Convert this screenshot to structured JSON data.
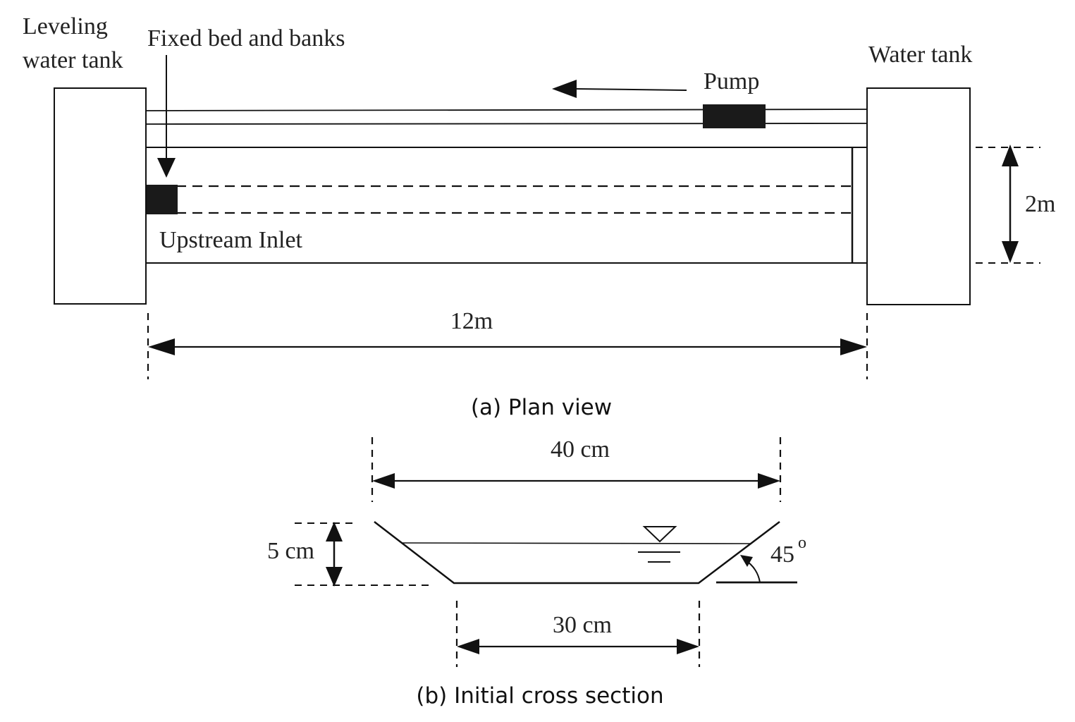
{
  "plan_view": {
    "caption": "(a) Plan view",
    "labels": {
      "leveling_tank_line1": "Leveling",
      "leveling_tank_line2": "water tank",
      "fixed_bed": "Fixed bed and banks",
      "pump": "Pump",
      "water_tank": "Water tank",
      "upstream_inlet": "Upstream Inlet",
      "length": "12m",
      "width": "2m"
    }
  },
  "cross_section": {
    "caption": "(b) Initial cross section",
    "labels": {
      "top_width": "40 cm",
      "depth": "5 cm",
      "bottom_width": "30 cm",
      "angle": "45",
      "angle_unit": "o"
    }
  }
}
